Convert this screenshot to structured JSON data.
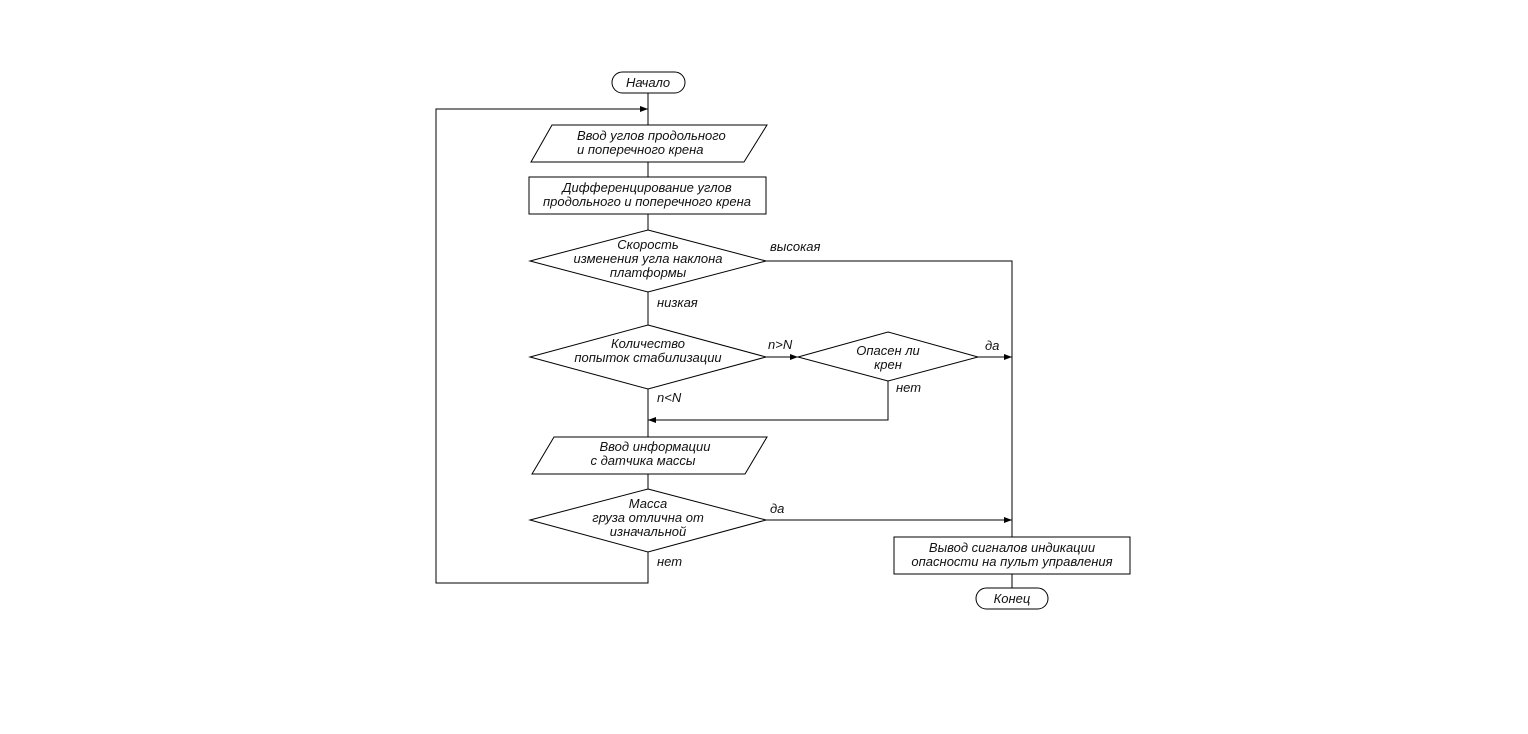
{
  "flowchart": {
    "start": "Начало",
    "end": "Конец",
    "input_angles": [
      "Ввод углов продольного",
      "и поперечного крена"
    ],
    "differentiation": [
      "Дифференцирование углов",
      "продольного и поперечного крена"
    ],
    "rate_decision": [
      "Скорость",
      "изменения угла наклона",
      "платформы"
    ],
    "attempts_decision": [
      "Количество",
      "попыток стабилизации"
    ],
    "danger_decision": [
      "Опасен ли",
      "крен"
    ],
    "input_mass": [
      "Ввод информации",
      "с датчика массы"
    ],
    "mass_decision": [
      "Масса",
      "груза отлична от",
      "изначальной"
    ],
    "output": [
      "Вывод сигналов индикации",
      "опасности на пульт управления"
    ]
  },
  "edge_labels": {
    "high": "высокая",
    "low": "низкая",
    "n_greater": "n>N",
    "n_less": "n<N",
    "danger_yes": "да",
    "danger_no": "нет",
    "mass_yes": "да",
    "mass_no": "нет"
  }
}
